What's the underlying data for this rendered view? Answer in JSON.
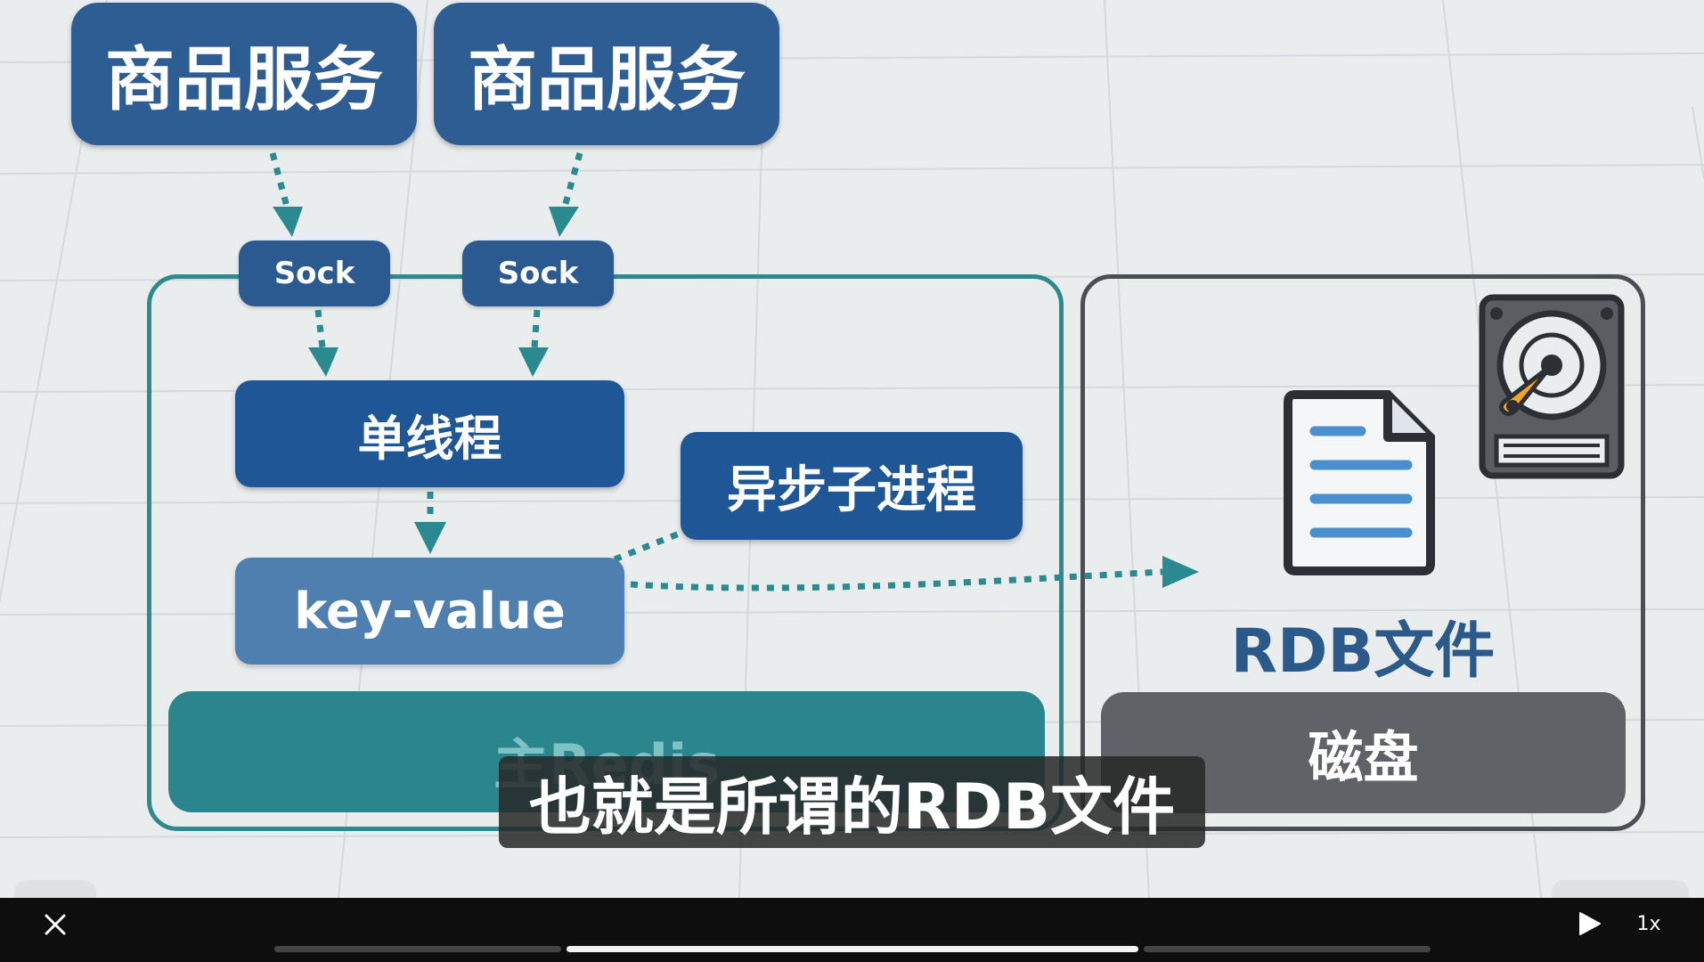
{
  "diagram": {
    "services": [
      "商品服务",
      "商品服务"
    ],
    "socks": [
      "Sock",
      "Sock"
    ],
    "single_thread": "单线程",
    "key_value": "key-value",
    "async_child": "异步子进程",
    "main_redis": "主Redis",
    "rdb_file": "RDB文件",
    "disk": "磁盘"
  },
  "subtitle": "也就是所谓的RDB文件",
  "player": {
    "speed": "1x",
    "close_icon": "close-icon",
    "play_icon": "play-icon"
  },
  "colors": {
    "service_blue": "#2e5d94",
    "teal": "#2a868c",
    "disk_gray": "#5f6266"
  }
}
